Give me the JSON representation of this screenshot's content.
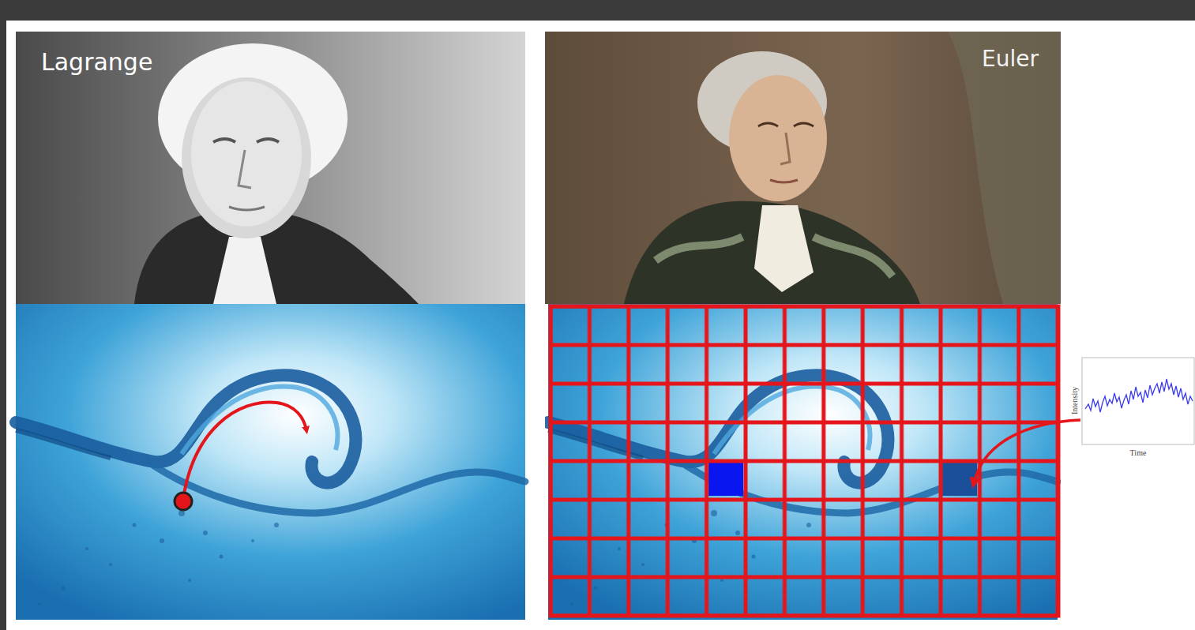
{
  "diagram": {
    "labels": [
      "Lagrange",
      "Euler",
      "Intensity",
      "Time"
    ]
  }
}
